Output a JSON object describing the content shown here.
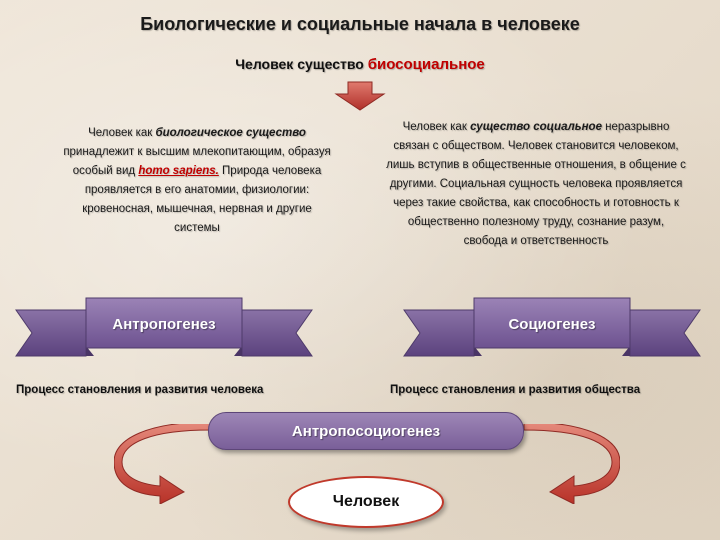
{
  "title": "Биологические и социальные начала в человеке",
  "subtitle": {
    "prefix": "Человек  существо ",
    "accent": "биосоциальное"
  },
  "left_text": {
    "p1": "Человек как ",
    "em1": "биологическое существо",
    "p2": " принадлежит к высшим млекопитающим, образуя особый вид ",
    "species": "homo sapiens.",
    "p3": "  Природа человека проявляется  в его анатомии, физиологии: кровеносная, мышечная, нервная и другие системы"
  },
  "right_text": {
    "p1": "Человек как ",
    "em1": "существо социальное",
    "p2": " неразрывно связан с обществом. Человек становится человеком, лишь вступив в общественные отношения, в общение с другими. Социальная сущность человека проявляется  через такие свойства, как способность и готовность  к общественно полезному труду, сознание разум, свобода и ответственность"
  },
  "ribbons": {
    "left": "Антропогенез",
    "right": "Социогенез"
  },
  "process": {
    "left": "Процесс становления и развития человека",
    "right": "Процесс становления и развития общества"
  },
  "center_label": "Антропосоциогенез",
  "result_label": "Человек",
  "colors": {
    "ribbon_purple": "#7a5f99",
    "arrow_red": "#c0392b",
    "accent_red": "#c00000"
  }
}
